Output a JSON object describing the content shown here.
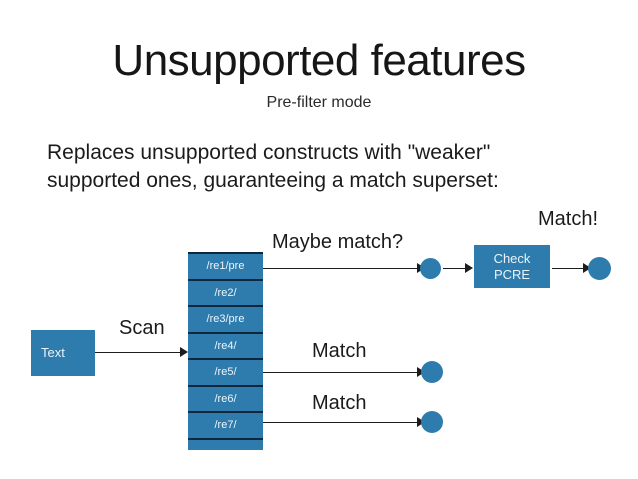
{
  "slide": {
    "title": "Unsupported features",
    "subtitle": "Pre-filter mode",
    "body_line1": "Replaces unsupported constructs with \"weaker\"",
    "body_line2": "supported ones, guaranteeing a match superset:"
  },
  "colors": {
    "accent_blue": "#2e7cad",
    "stack_divider": "#10263a",
    "arrow": "#1d1d1d",
    "text": "#1b1b1b",
    "background": "#ffffff"
  },
  "diagram": {
    "text_box_label": "Text",
    "scan_label": "Scan",
    "maybe_match_label": "Maybe match?",
    "match_bang_label": "Match!",
    "match_label_1": "Match",
    "match_label_2": "Match",
    "check_pcre_line1": "Check",
    "check_pcre_line2": "PCRE",
    "regex_stack": [
      {
        "label": "/re1/pre"
      },
      {
        "label": "/re2/"
      },
      {
        "label": "/re3/pre"
      },
      {
        "label": "/re4/"
      },
      {
        "label": "/re5/"
      },
      {
        "label": "/re6/"
      },
      {
        "label": "/re7/"
      }
    ]
  }
}
